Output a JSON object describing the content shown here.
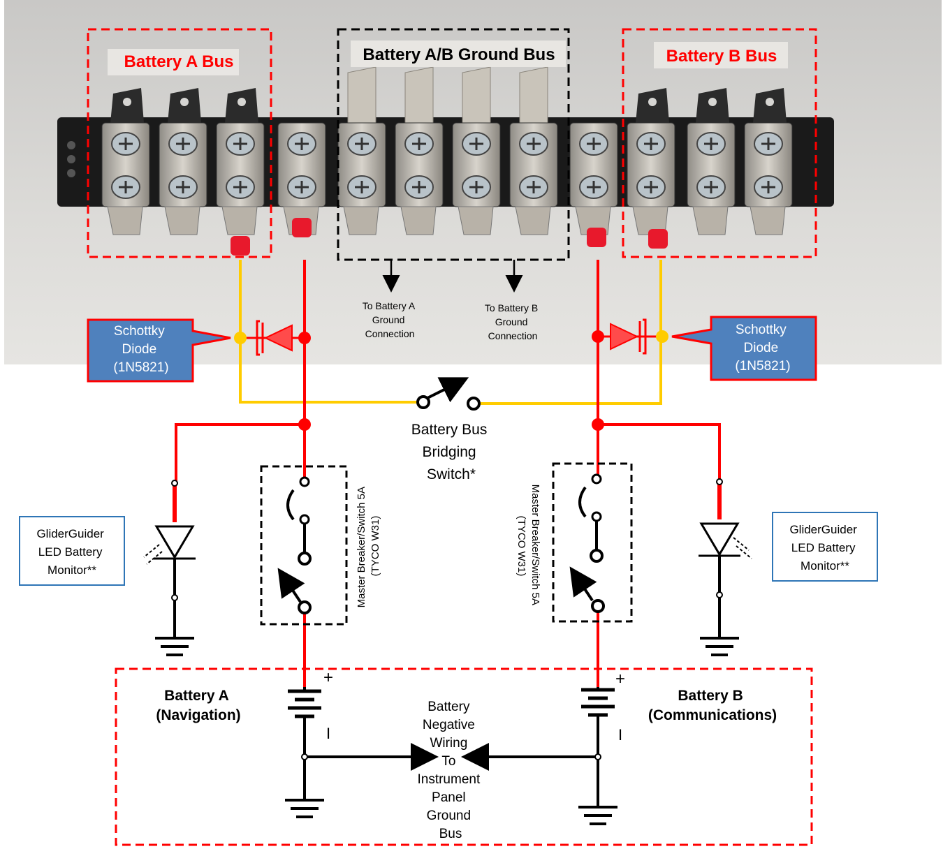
{
  "photo": {
    "battery_a_bus": "Battery A Bus",
    "ground_bus": "Battery A/B Ground Bus",
    "battery_b_bus": "Battery B Bus",
    "to_battery_a_ground": [
      "To Battery A",
      "Ground",
      "Connection"
    ],
    "to_battery_b_ground": [
      "To Battery B",
      "Ground",
      "Connection"
    ]
  },
  "diode_left": [
    "Schottky",
    "Diode",
    "(1N5821)"
  ],
  "diode_right": [
    "Schottky",
    "Diode",
    "(1N5821)"
  ],
  "bridging_switch": [
    "Battery Bus",
    "Bridging",
    "Switch*"
  ],
  "breaker_left": [
    "Master Breaker/Switch 5A",
    "(TYCO W31)"
  ],
  "breaker_right": [
    "Master Breaker/Switch 5A",
    "(TYCO W31)"
  ],
  "monitor_left": [
    "GliderGuider",
    "LED Battery",
    "Monitor**"
  ],
  "monitor_right": [
    "GliderGuider",
    "LED Battery",
    "Monitor**"
  ],
  "battery_a": [
    "Battery A",
    "(Navigation)"
  ],
  "battery_b": [
    "Battery B",
    "(Communications)"
  ],
  "negative_wiring": [
    "Battery",
    "Negative",
    "Wiring",
    "To",
    "Instrument",
    "Panel",
    "Ground",
    "Bus"
  ],
  "plus_sign": "+",
  "minus_sign": "I",
  "colors": {
    "positive_wire": "#ff0000",
    "bridge_wire": "#ffcc00",
    "callout_fill": "#4f81bd",
    "callout_border": "#ff0000",
    "monitor_border": "#2e75b6",
    "dash_red": "#ff0000",
    "dash_black": "#000000"
  }
}
